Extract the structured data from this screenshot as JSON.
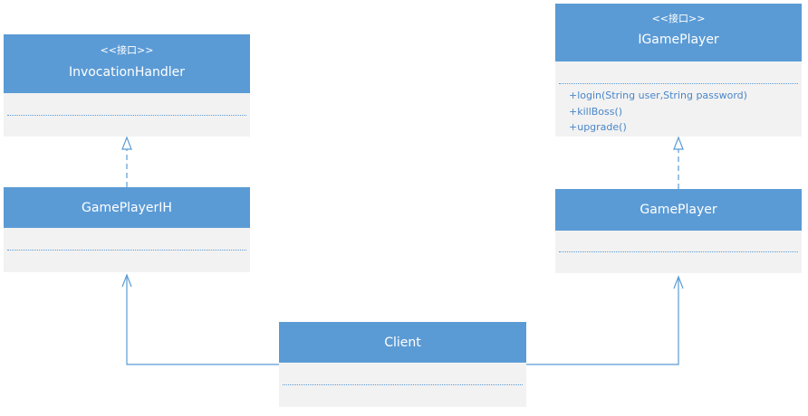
{
  "classes": {
    "invocation_handler": {
      "stereotype": "<<接口>>",
      "name": "InvocationHandler"
    },
    "igame_player": {
      "stereotype": "<<接口>>",
      "name": "IGamePlayer",
      "operations": [
        "+login(String user,String password)",
        "+killBoss()",
        "+upgrade()"
      ]
    },
    "game_player_ih": {
      "name": "GamePlayerIH"
    },
    "game_player": {
      "name": "GamePlayer"
    },
    "client": {
      "name": "Client"
    }
  },
  "colors": {
    "header": "#5b9bd5",
    "body": "#f2f2f2",
    "line": "#5b9bd5",
    "operation_text": "#4a86c8"
  },
  "relations": [
    {
      "from": "GamePlayerIH",
      "to": "InvocationHandler",
      "kind": "realization"
    },
    {
      "from": "GamePlayer",
      "to": "IGamePlayer",
      "kind": "realization"
    },
    {
      "from": "Client",
      "to": "GamePlayerIH",
      "kind": "association"
    },
    {
      "from": "Client",
      "to": "GamePlayer",
      "kind": "association"
    }
  ]
}
